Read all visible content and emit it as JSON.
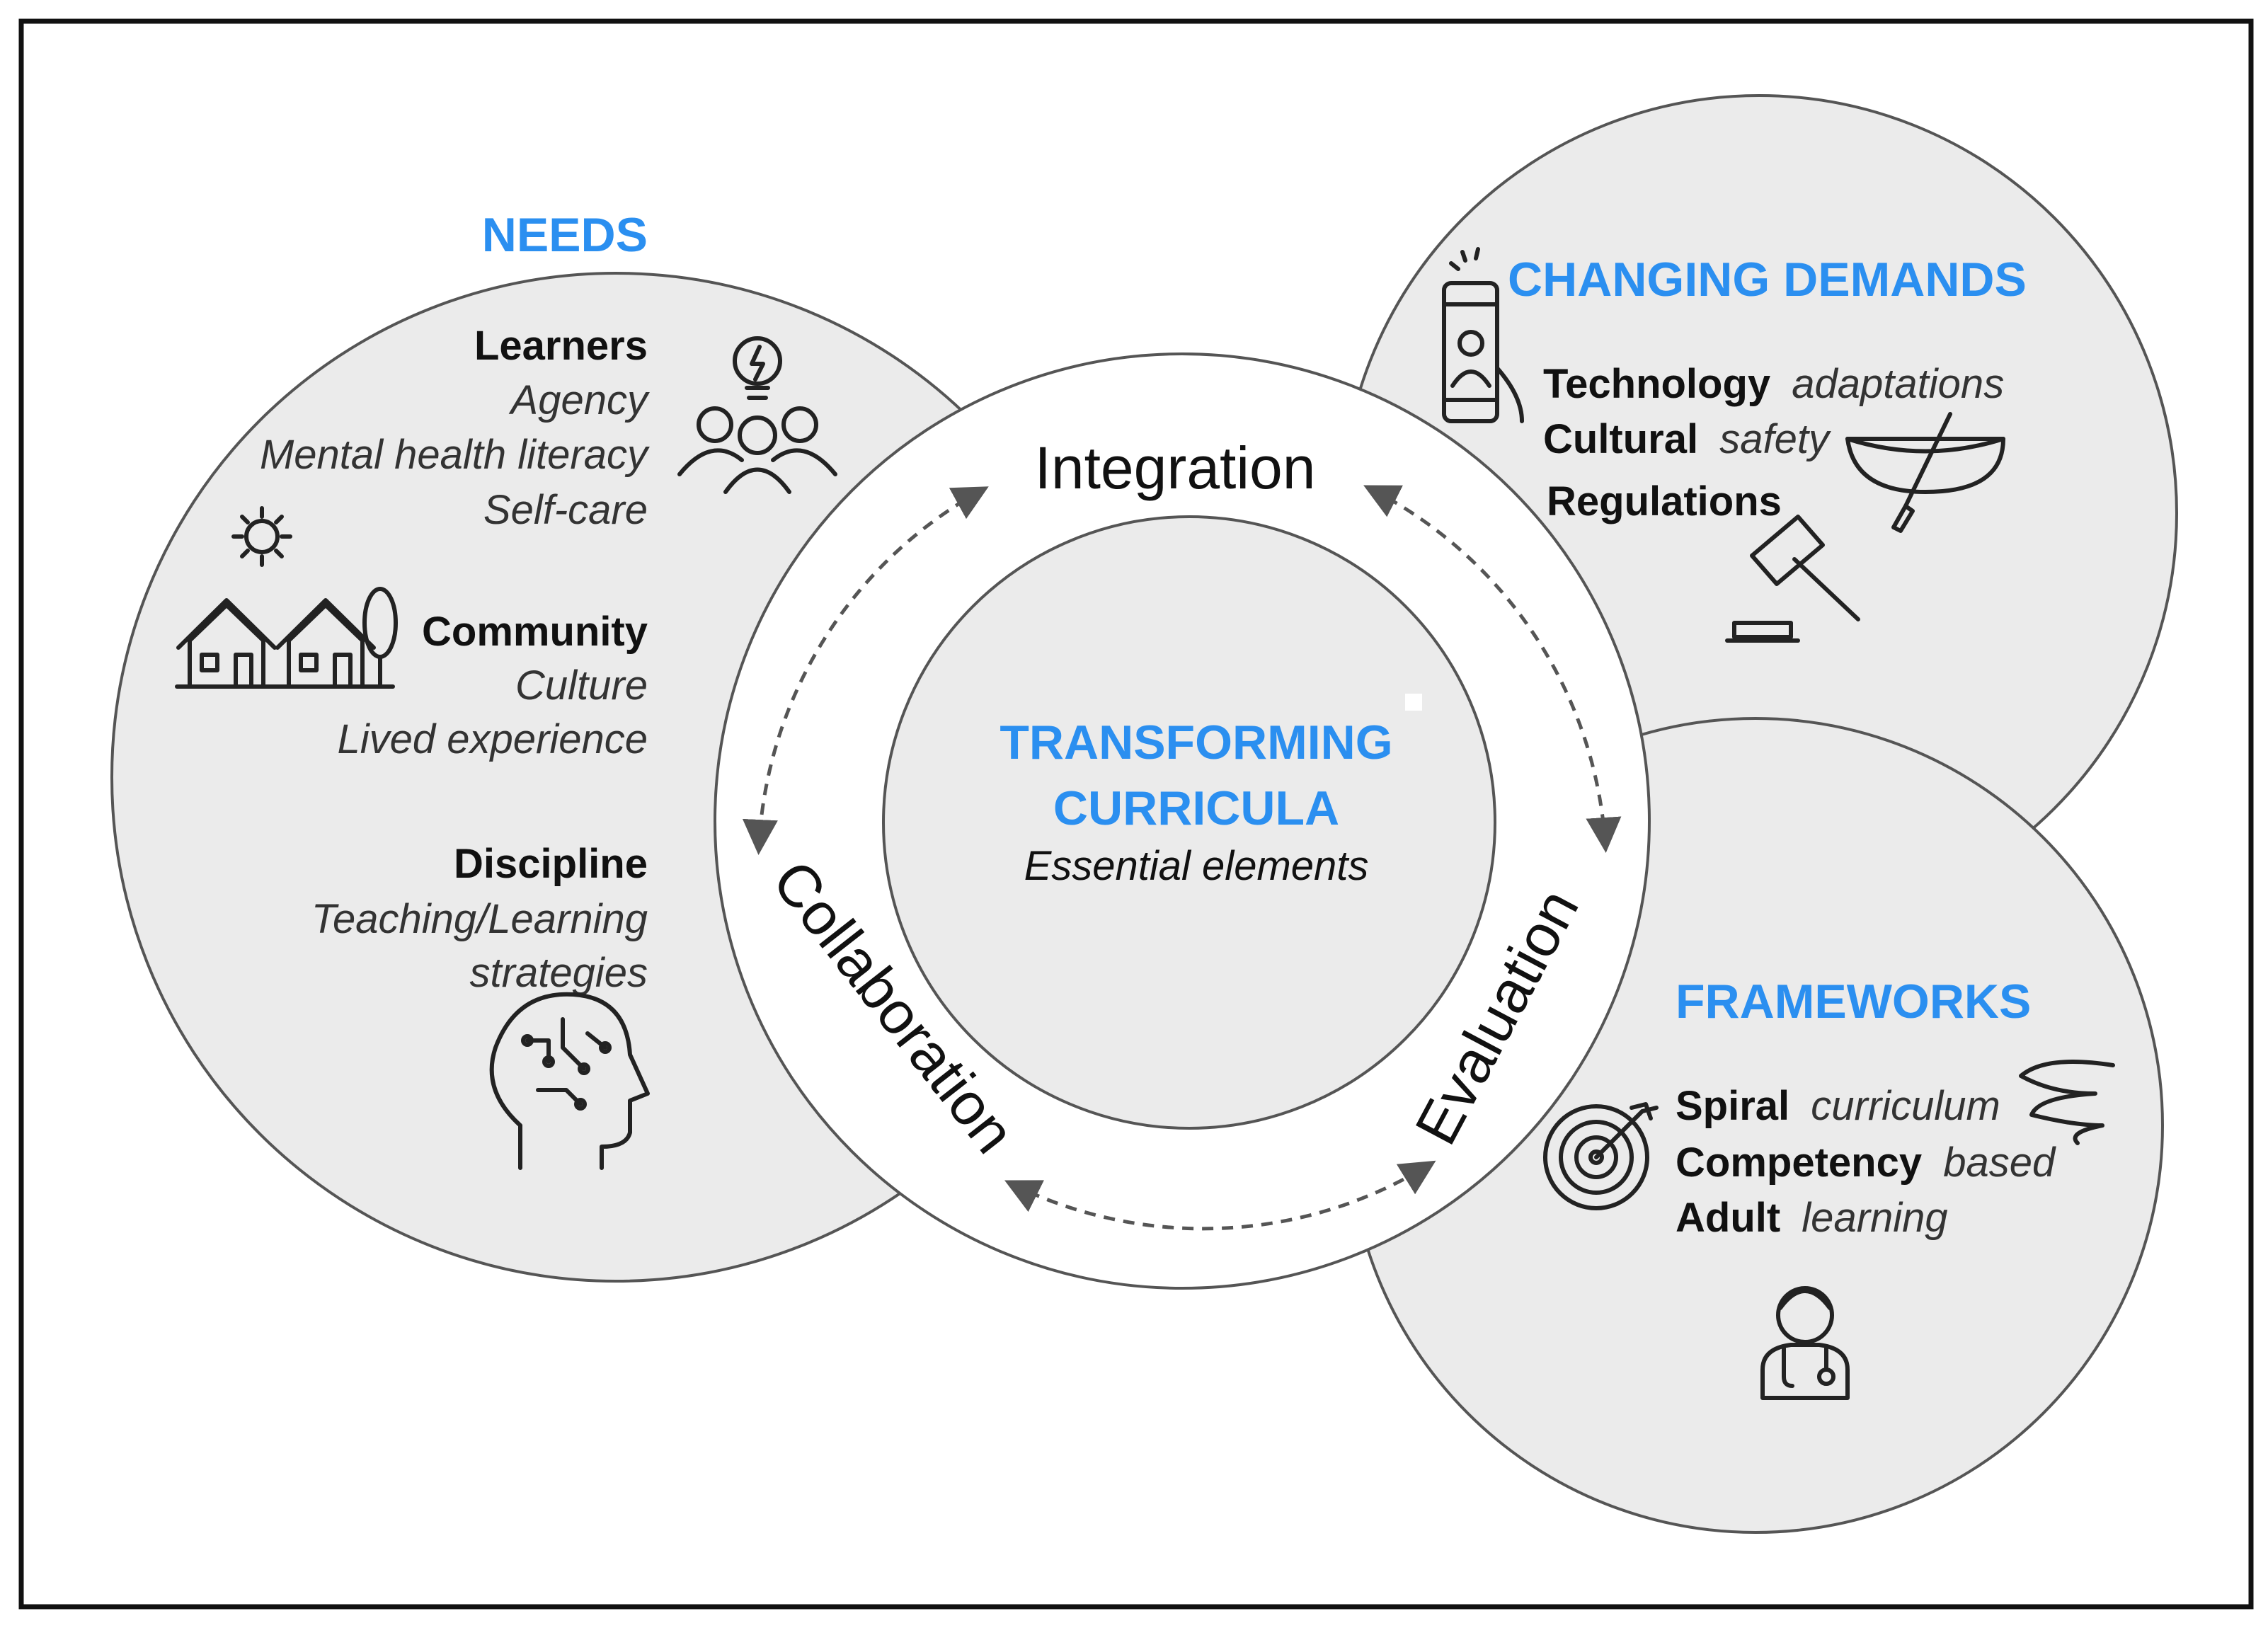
{
  "center": {
    "title_line1": "TRANSFORMING",
    "title_line2": "CURRICULA",
    "subtitle": "Essential elements"
  },
  "ring": {
    "top": "Integration",
    "left": "Collaboration",
    "right": "Evaluation"
  },
  "needs": {
    "heading": "NEEDS",
    "learners": {
      "label": "Learners",
      "items": [
        "Agency",
        "Mental health literacy",
        "Self-care"
      ]
    },
    "community": {
      "label": "Community",
      "items": [
        "Culture",
        "Lived experience"
      ]
    },
    "discipline": {
      "label": "Discipline",
      "items": [
        "Teaching/Learning",
        "strategies"
      ]
    }
  },
  "changing_demands": {
    "heading": "CHANGING DEMANDS",
    "items": [
      {
        "bold": "Technology",
        "italic": "adaptations"
      },
      {
        "bold": "Cultural",
        "italic": "safety"
      },
      {
        "bold": "Regulations",
        "italic": ""
      }
    ]
  },
  "frameworks": {
    "heading": "FRAMEWORKS",
    "items": [
      {
        "bold": "Spiral",
        "italic": "curriculum"
      },
      {
        "bold": "Competency",
        "italic": "based"
      },
      {
        "bold": "Adult",
        "italic": "learning"
      }
    ]
  },
  "icons": {
    "learners": "people-lightbulb-icon",
    "self_care": "sun-icon",
    "community": "houses-tree-icon",
    "discipline": "head-circuit-icon",
    "technology": "smartphone-user-icon",
    "cultural_safety": "canoe-paddle-icon",
    "regulations": "gavel-icon",
    "spiral": "spiral-icon",
    "competency": "target-arrow-icon",
    "adult_learning": "doctor-icon"
  },
  "colors": {
    "heading": "#2b8ff0",
    "circle_fill": "#ebebeb",
    "circle_stroke": "#555555",
    "arrow": "#555555"
  }
}
